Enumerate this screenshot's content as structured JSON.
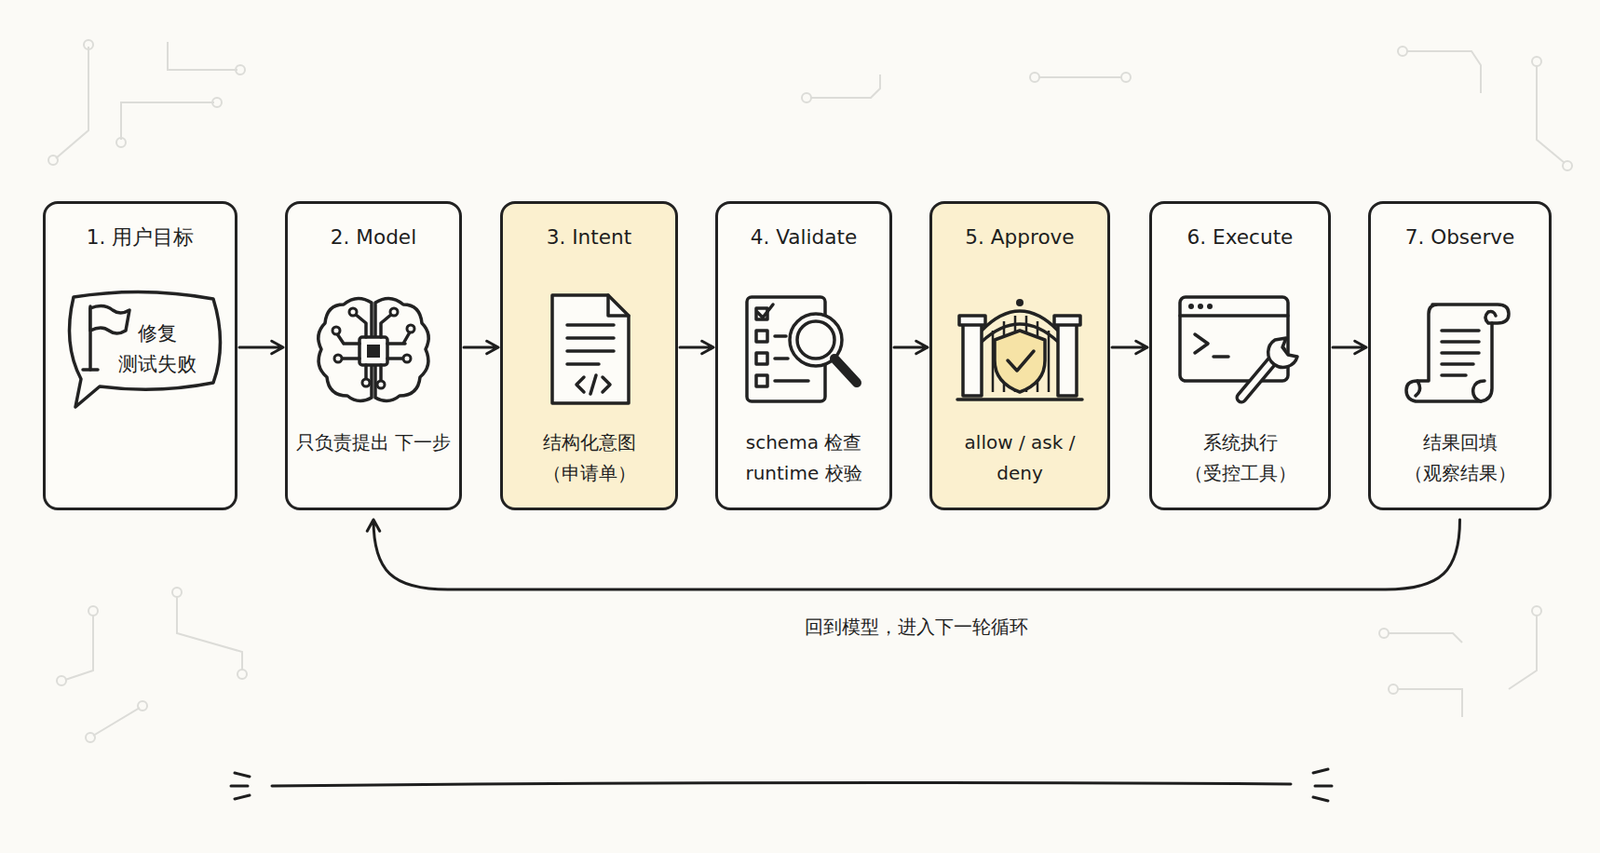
{
  "diagram": {
    "nodes": [
      {
        "text": [
          "1. 用户目标",
          "修复 测试失败"
        ]
      },
      {
        "text": [
          "2. Model",
          "只负责提出 下一步"
        ]
      },
      {
        "text": [
          "3. Intent",
          "结构化意图 （申请单）"
        ]
      },
      {
        "text": [
          "4. Validate",
          "schema 检查 runtime 校验"
        ]
      },
      {
        "text": [
          "5. Approve",
          "allow / ask / deny"
        ]
      },
      {
        "text": [
          "6. Execute",
          "系统执行 （受控工具）"
        ]
      },
      {
        "text": [
          "7. Observe",
          "结果回填 （观察结果）"
        ]
      }
    ],
    "edges": [
      {
        "from": 0,
        "to": 1,
        "arrow": "to"
      },
      {
        "from": 1,
        "to": 2,
        "arrow": "to"
      },
      {
        "from": 2,
        "to": 3,
        "arrow": "to"
      },
      {
        "from": 3,
        "to": 4,
        "arrow": "to"
      },
      {
        "from": 4,
        "to": 5,
        "arrow": "to"
      },
      {
        "from": 5,
        "to": 6,
        "arrow": "to"
      },
      {
        "from": 6,
        "to": 1,
        "label": "回到模型，进入下一轮循环",
        "arrow": "to"
      }
    ]
  }
}
